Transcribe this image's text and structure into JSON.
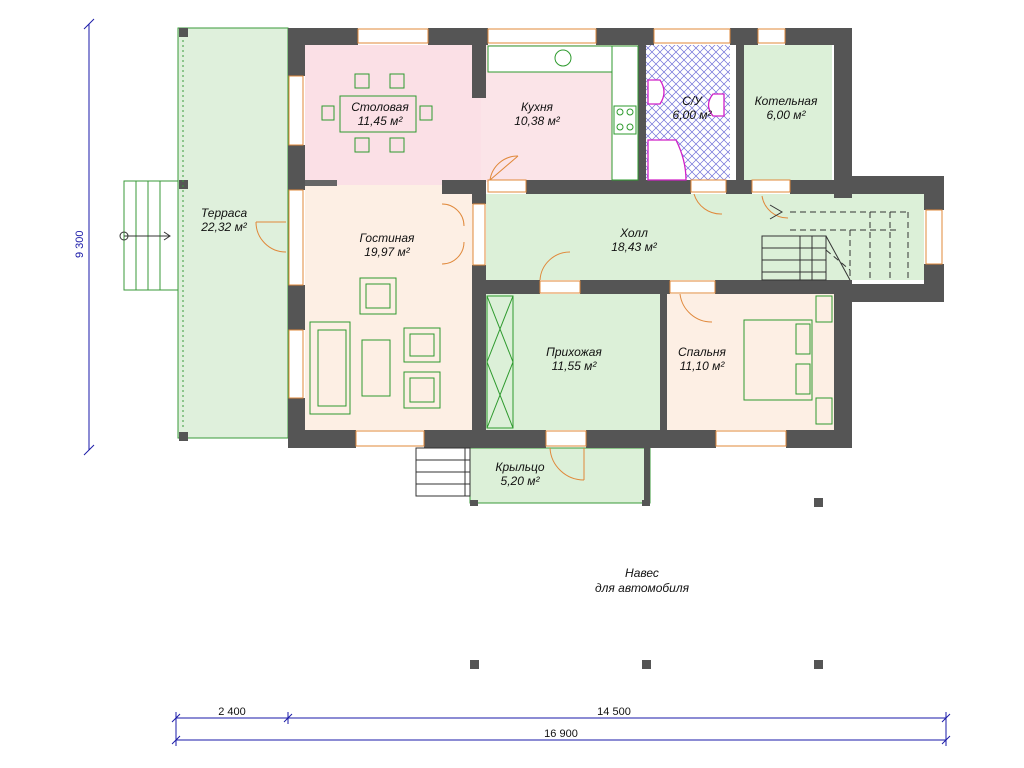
{
  "rooms": {
    "terrace": {
      "name": "Терраса",
      "area": "22,32 м²"
    },
    "dining": {
      "name": "Столовая",
      "area": "11,45 м²"
    },
    "kitchen": {
      "name": "Кухня",
      "area": "10,38 м²"
    },
    "bathroom": {
      "name": "С/У",
      "area": "6,00 м²"
    },
    "boiler": {
      "name": "Котельная",
      "area": "6,00 м²"
    },
    "living": {
      "name": "Гостиная",
      "area": "19,97 м²"
    },
    "hall": {
      "name": "Холл",
      "area": "18,43 м²"
    },
    "entrance": {
      "name": "Прихожая",
      "area": "11,55 м²"
    },
    "bedroom": {
      "name": "Спальня",
      "area": "11,10 м²"
    },
    "porch": {
      "name": "Крыльцо",
      "area": "5,20 м²"
    }
  },
  "carport": {
    "line1": "Навес",
    "line2": "для автомобиля"
  },
  "dimensions": {
    "height": "9 300",
    "terrace_width": "2 400",
    "house_width": "14 500",
    "total_width": "16 900"
  },
  "colors": {
    "wall": "#555555",
    "terrace": "#dff0dc",
    "dining": "#fbe0e6",
    "kitchen": "#fbe4e8",
    "living": "#fdefe4",
    "bedroom": "#fdefe4",
    "green_room": "#dcf0d8",
    "bathroom_tile": "#6a6ad8",
    "window": "#e0883a",
    "dimension_blue": "#1a1aa8"
  }
}
